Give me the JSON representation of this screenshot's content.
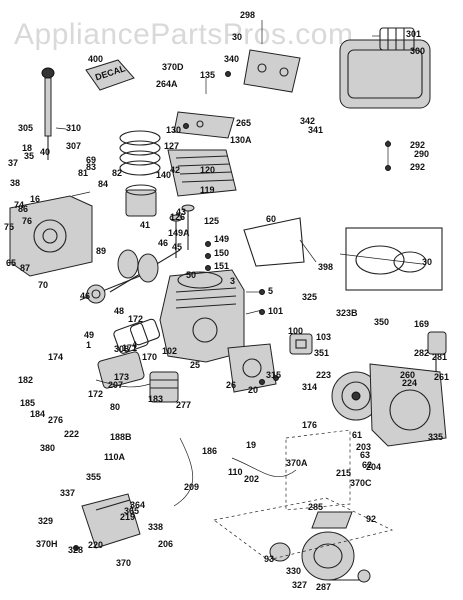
{
  "watermark": "AppliancePartsPros.com",
  "decal_text": "DECAL",
  "labels": [
    "298",
    "301",
    "300",
    "30",
    "340",
    "400",
    "370D",
    "264A",
    "135",
    "130",
    "130A",
    "265",
    "127",
    "342",
    "341",
    "292",
    "290",
    "292",
    "310",
    "305",
    "307",
    "37",
    "18",
    "40",
    "35",
    "38",
    "16",
    "86",
    "76",
    "74",
    "75",
    "65",
    "87",
    "70",
    "69",
    "83",
    "81",
    "84",
    "82",
    "140",
    "42",
    "120",
    "119",
    "126",
    "149A",
    "125",
    "149",
    "150",
    "151",
    "43",
    "41",
    "45",
    "46",
    "308",
    "60",
    "398",
    "30",
    "89",
    "50",
    "46",
    "48",
    "49",
    "1",
    "3",
    "5",
    "101",
    "325",
    "323B",
    "350",
    "169",
    "172",
    "171",
    "170",
    "102",
    "100",
    "103",
    "351",
    "282",
    "281",
    "261",
    "260",
    "224",
    "174",
    "173",
    "207",
    "172",
    "4",
    "25",
    "26",
    "20",
    "315",
    "314",
    "223",
    "182",
    "185",
    "184",
    "276",
    "277",
    "183",
    "80",
    "176",
    "380",
    "222",
    "188B",
    "110A",
    "186",
    "19",
    "110",
    "209",
    "202",
    "370A",
    "61",
    "203",
    "62",
    "63",
    "204",
    "215",
    "370C",
    "335",
    "337",
    "364",
    "365",
    "219",
    "338",
    "329",
    "370H",
    "328",
    "220",
    "370",
    "206",
    "355",
    "285",
    "92",
    "93",
    "330",
    "327",
    "287"
  ],
  "colors": {
    "ink": "#222222",
    "watermark": "#d9d9d9",
    "background": "#ffffff"
  }
}
